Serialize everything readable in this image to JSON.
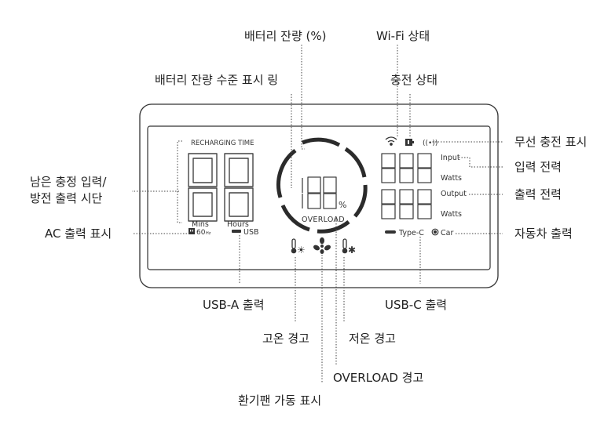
{
  "display": {
    "recharging_time_label": "RECHARGING TIME",
    "mins_label": "Mins",
    "hours_label": "Hours",
    "hz_label": "60",
    "hz_unit": "Hz",
    "usb_label": "USB",
    "percent_sign": "%",
    "overload_label": "OVERLOAD",
    "input_label": "Input",
    "output_label": "Output",
    "watts_label": "Watts",
    "typec_label": "Type-C",
    "car_label": "Car"
  },
  "callouts": {
    "battery_percent": "배터리 잔량 (%)",
    "wifi_status": "Wi-Fi 상태",
    "battery_ring": "배터리 잔량 수준 표시 링",
    "charging_status": "충전 상태",
    "wireless_charging": "무선 충전 표시",
    "remaining_time_line1": "남은 충정 입력/",
    "remaining_time_line2": "방전 출력 시단",
    "input_power": "입력 전력",
    "output_power": "출력 전력",
    "ac_output": "AC 출력 표시",
    "car_output": "자동차 출력",
    "usba_output": "USB-A 출력",
    "usbc_output": "USB-C 출력",
    "high_temp": "고온 경고",
    "low_temp": "저온 경고",
    "overload_warning": "OVERLOAD 경고",
    "fan_indicator": "환기팬 가동 표시"
  },
  "icons": [
    "wifi-icon",
    "charging-icon",
    "wireless-charging-icon",
    "ac-outlet-icon",
    "usb-port-icon",
    "typec-port-icon",
    "car-port-icon",
    "high-temp-icon",
    "fan-icon",
    "low-temp-icon"
  ],
  "colors": {
    "line": "#444444",
    "ring": "#2b2b2b",
    "text": "#222222"
  }
}
